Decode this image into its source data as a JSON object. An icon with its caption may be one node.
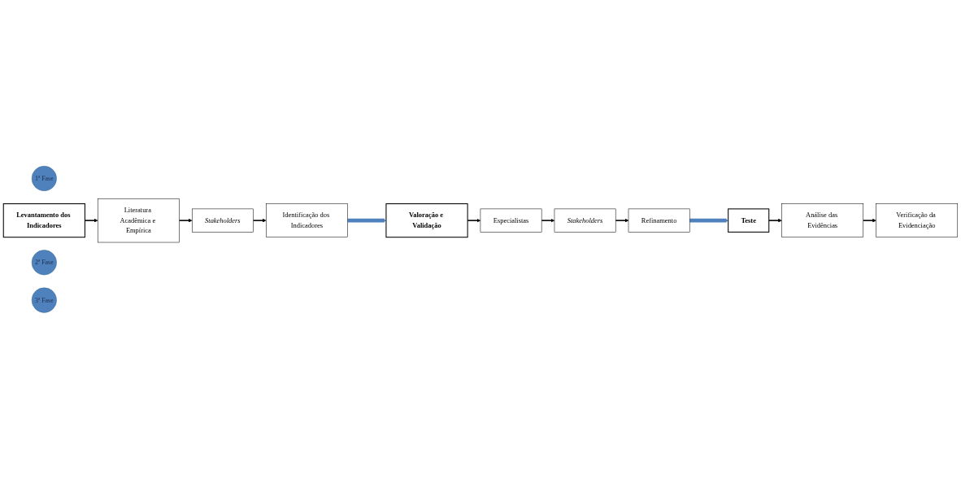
{
  "diagram": {
    "nodes": [
      {
        "text": [
          "1ª Fase"
        ]
      },
      {
        "text": [
          "Levantamento dos Indicadores"
        ]
      },
      {
        "text": [
          "Literatura Acadêmica e Empírica"
        ]
      },
      {
        "text": [
          "Stakeholders"
        ]
      },
      {
        "text": [
          "Identificação dos Indicadores"
        ]
      },
      {
        "text": [
          "2ª Fase"
        ]
      },
      {
        "text": [
          "Valoração e Validação"
        ]
      },
      {
        "text": [
          "Especialistas"
        ]
      },
      {
        "text": [
          "Stakeholders"
        ]
      },
      {
        "text": [
          "Refinamento"
        ]
      },
      {
        "text": [
          "3ª Fase"
        ]
      },
      {
        "text": [
          "Teste"
        ]
      },
      {
        "text": [
          "Análise das Evidências"
        ]
      },
      {
        "text": [
          "Verificação da Evidenciação"
        ]
      }
    ],
    "edges": [
      {
        "from": 1,
        "to": 2,
        "arrow": "to"
      },
      {
        "from": 2,
        "to": 3,
        "arrow": "to"
      },
      {
        "from": 3,
        "to": 4,
        "arrow": "to"
      },
      {
        "from": 4,
        "to": 6,
        "arrow": "to",
        "style": "thick",
        "color": "#4f81bd"
      },
      {
        "from": 6,
        "to": 7,
        "arrow": "to"
      },
      {
        "from": 7,
        "to": 8,
        "arrow": "to"
      },
      {
        "from": 8,
        "to": 9,
        "arrow": "to"
      },
      {
        "from": 9,
        "to": 11,
        "arrow": "to",
        "style": "thick",
        "color": "#4f81bd"
      },
      {
        "from": 11,
        "to": 12,
        "arrow": "to"
      },
      {
        "from": 12,
        "to": 13,
        "arrow": "to"
      }
    ]
  }
}
